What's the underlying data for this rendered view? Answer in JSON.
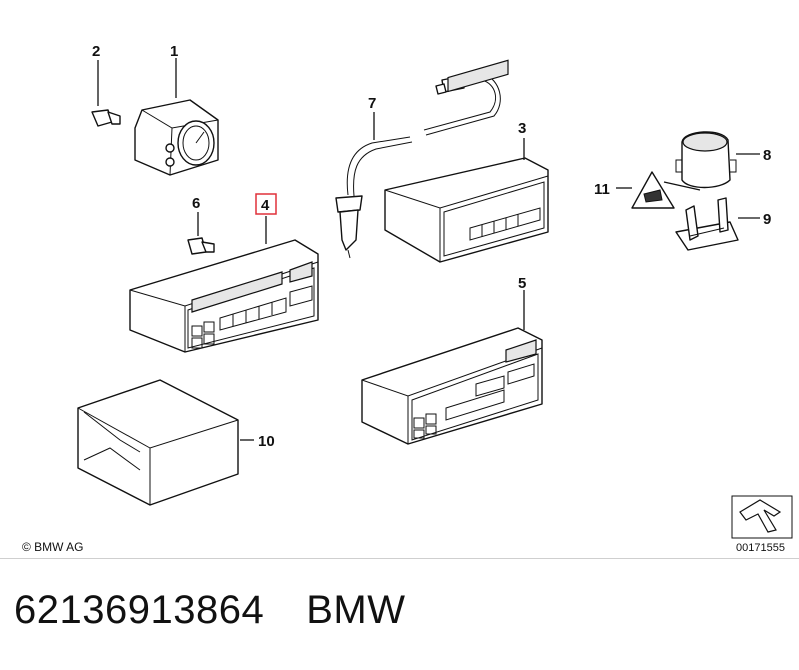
{
  "callouts": {
    "c1": "1",
    "c2": "2",
    "c3": "3",
    "c4": "4",
    "c5": "5",
    "c6": "6",
    "c7": "7",
    "c8": "8",
    "c9": "9",
    "c10": "10",
    "c11": "11"
  },
  "footer": {
    "copyright": "© BMW AG",
    "image_code": "00171555"
  },
  "caption": {
    "part_number": "62136913864",
    "brand": "BMW"
  },
  "colors": {
    "highlight": "#e0303a",
    "ink": "#111111"
  }
}
